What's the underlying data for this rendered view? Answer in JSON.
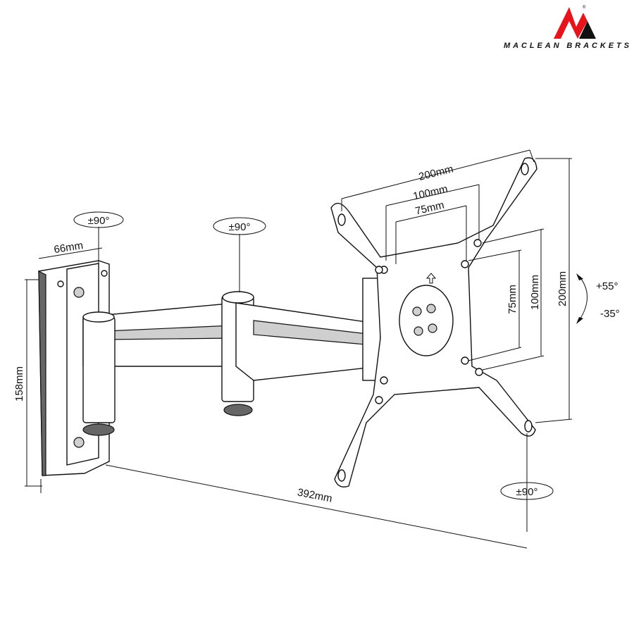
{
  "logo": {
    "brand": "MACLEAN BRACKETS",
    "mark": "®",
    "colors": {
      "red": "#e8141c",
      "black": "#111111"
    }
  },
  "dimensions": {
    "vesa_outer": "200mm",
    "vesa_mid": "100mm",
    "vesa_inner": "75mm",
    "vertical_inner": "75mm",
    "vertical_mid": "100mm",
    "vertical_outer": "200mm",
    "wall_plate_height": "158mm",
    "wall_plate_width": "66mm",
    "max_extension": "392mm"
  },
  "rotations": {
    "wall_swivel": "±90°",
    "arm_swivel": "±90°",
    "plate_rotation": "±90°",
    "tilt_up": "+55°",
    "tilt_down": "-35°"
  }
}
